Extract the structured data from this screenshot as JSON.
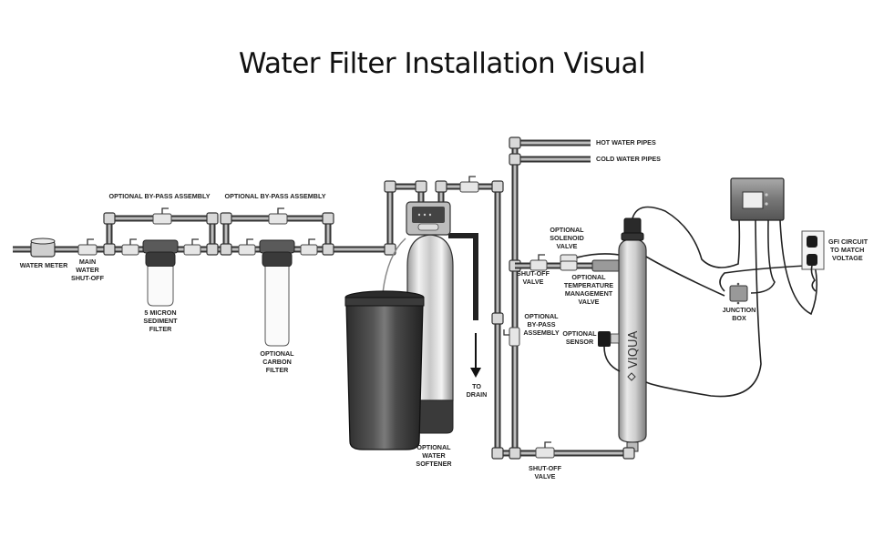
{
  "title": "Water Filter Installation Visual",
  "labels": {
    "water_meter": "WATER METER",
    "main_shutoff": [
      "MAIN",
      "WATER",
      "SHUT-OFF"
    ],
    "bypass_1": "OPTIONAL BY-PASS ASSEMBLY",
    "bypass_2": "OPTIONAL BY-PASS ASSEMBLY",
    "sediment_filter": [
      "5 MICRON",
      "SEDIMENT",
      "FILTER"
    ],
    "carbon_filter": [
      "OPTIONAL",
      "CARBON",
      "FILTER"
    ],
    "water_softener": [
      "OPTIONAL",
      "WATER",
      "SOFTENER"
    ],
    "to_drain": [
      "TO",
      "DRAIN"
    ],
    "hot_water": "HOT WATER PIPES",
    "cold_water": "COLD WATER PIPES",
    "solenoid_valve": [
      "OPTIONAL",
      "SOLENOID",
      "VALVE"
    ],
    "shutoff_valve_top": [
      "SHUT-OFF",
      "VALVE"
    ],
    "temp_valve": [
      "OPTIONAL",
      "TEMPERATURE",
      "MANAGEMENT",
      "VALVE"
    ],
    "bypass_vertical": [
      "OPTIONAL",
      "BY-PASS",
      "ASSEMBLY"
    ],
    "sensor": [
      "OPTIONAL",
      "SENSOR"
    ],
    "shutoff_valve_bottom": [
      "SHUT-OFF",
      "VALVE"
    ],
    "junction_box": [
      "JUNCTION",
      "BOX"
    ],
    "gfi": [
      "GFI CIRCUIT",
      "TO MATCH",
      "VOLTAGE"
    ],
    "uv_brand": "VIQUA"
  }
}
